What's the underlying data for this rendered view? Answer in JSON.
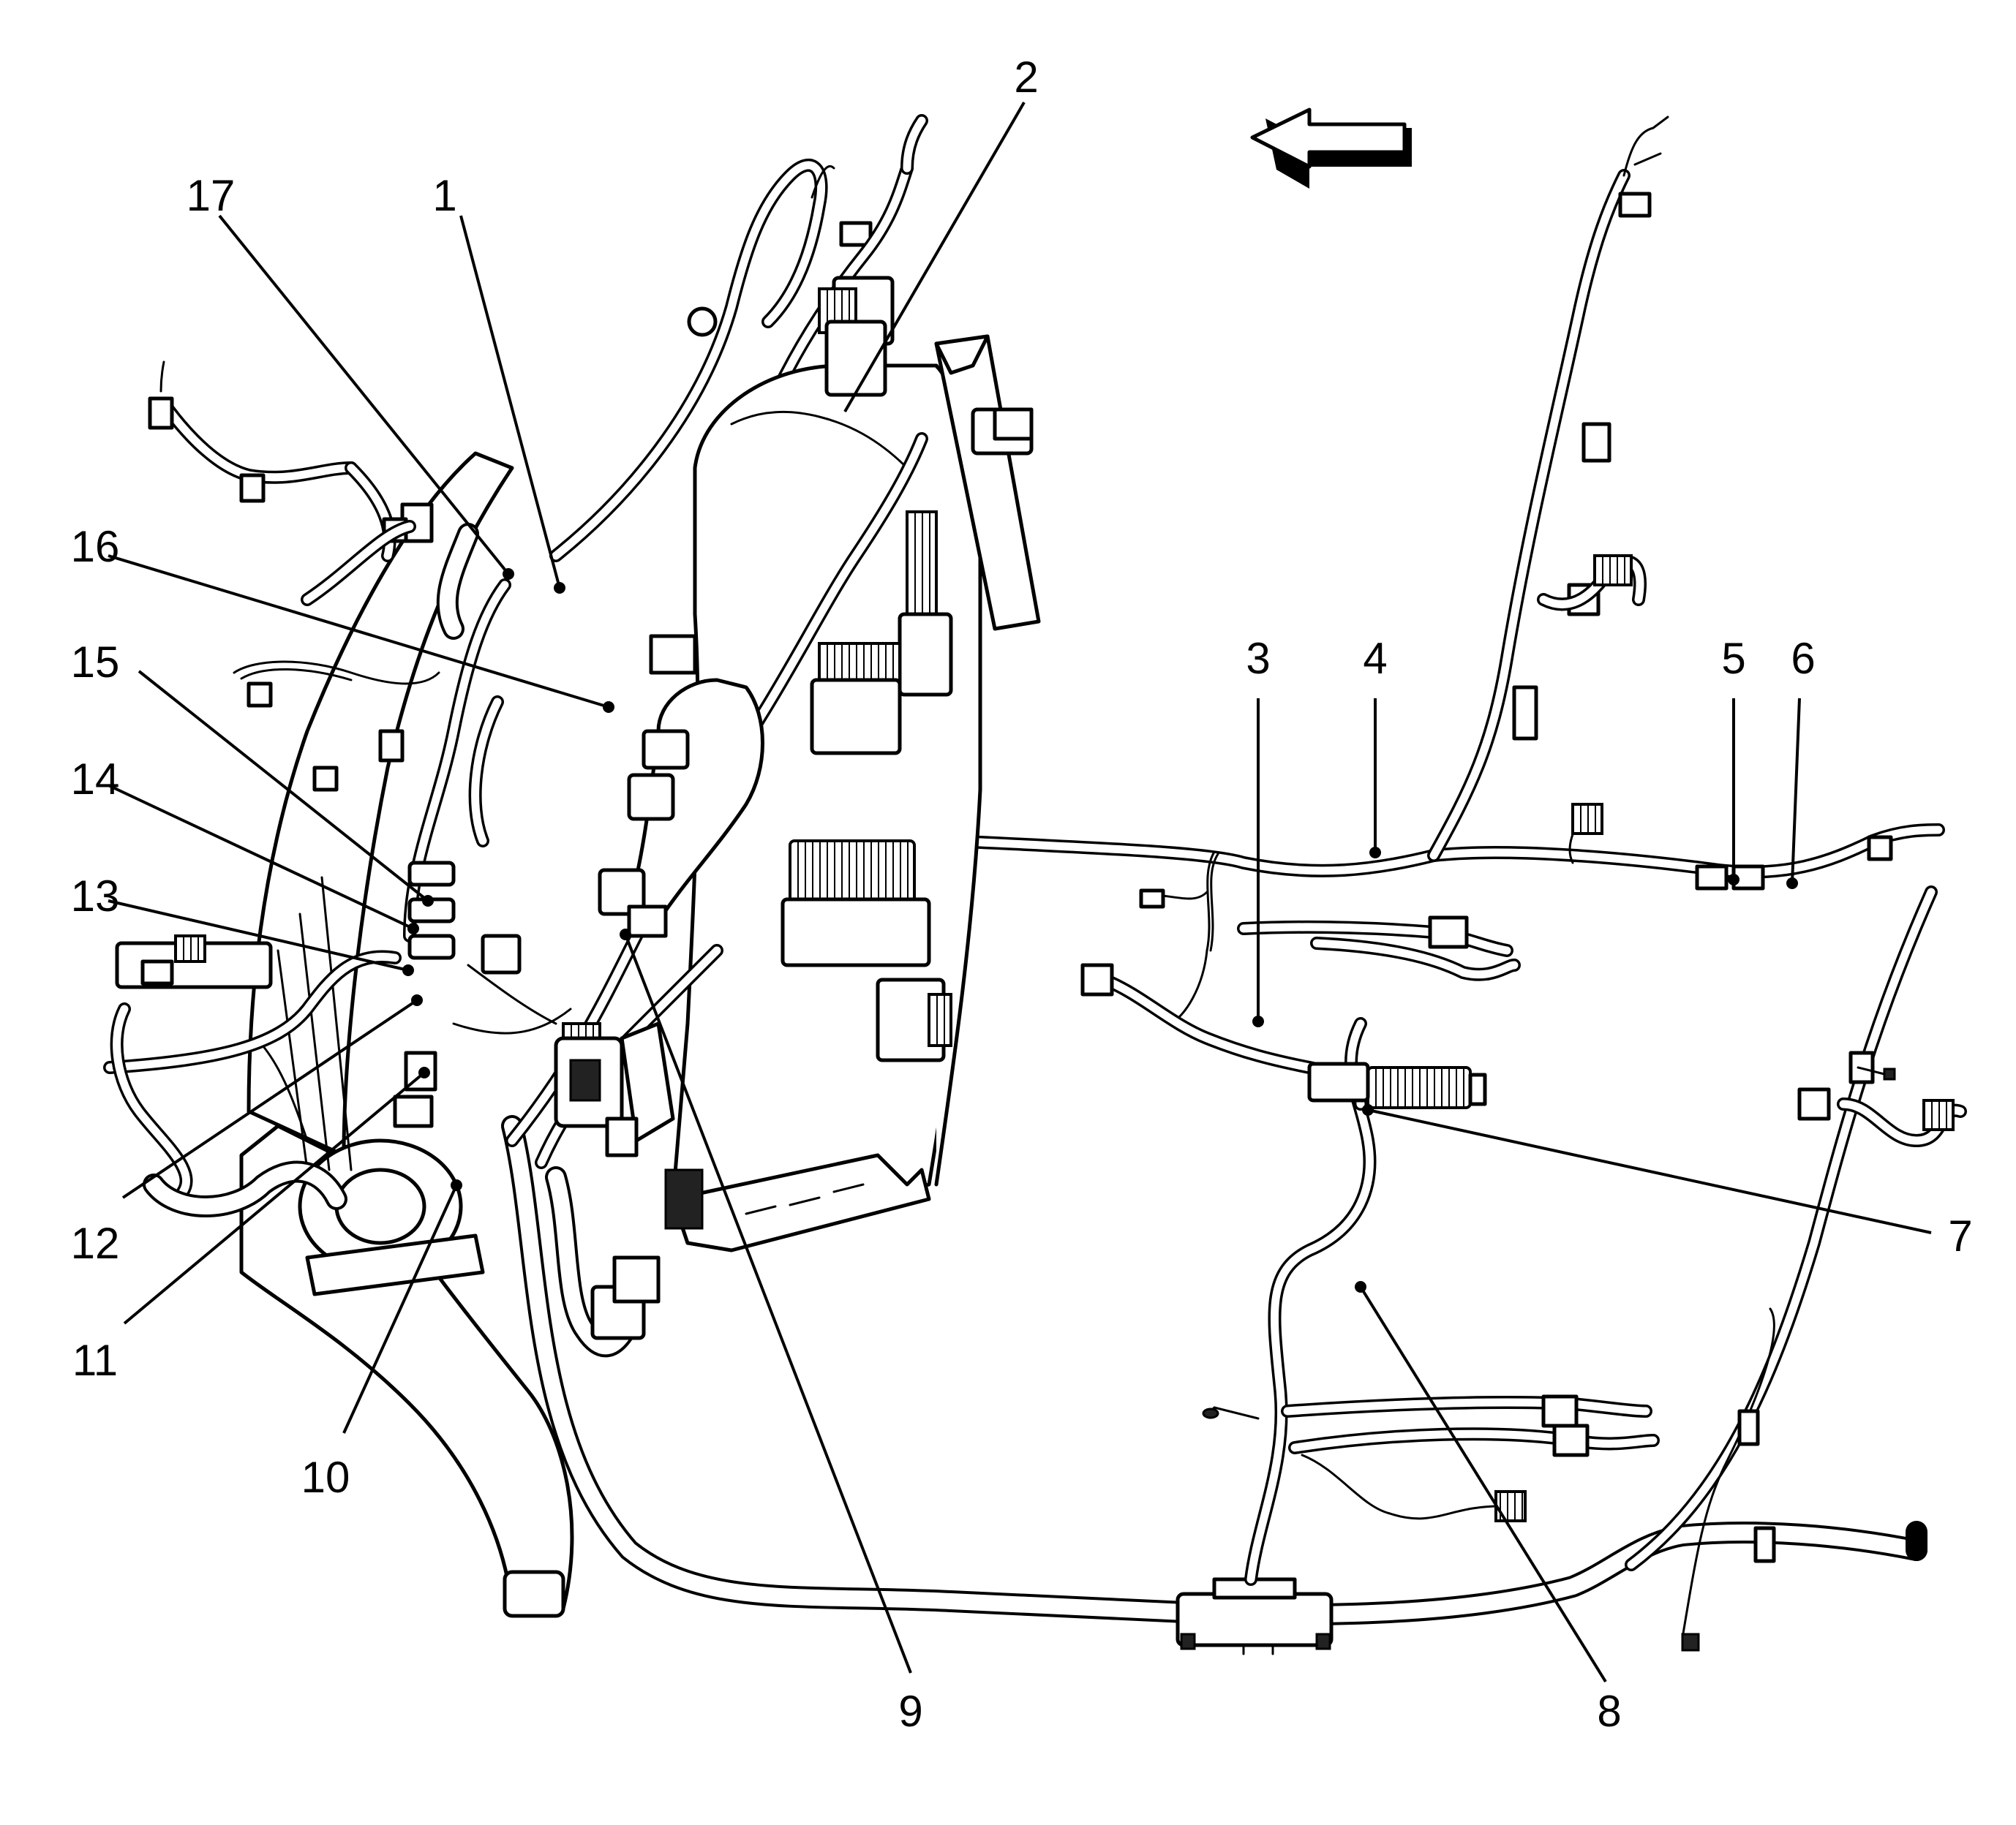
{
  "diagram": {
    "callouts": [
      {
        "id": "c1",
        "label": "1"
      },
      {
        "id": "c2",
        "label": "2"
      },
      {
        "id": "c3",
        "label": "3"
      },
      {
        "id": "c4",
        "label": "4"
      },
      {
        "id": "c5",
        "label": "5"
      },
      {
        "id": "c6",
        "label": "6"
      },
      {
        "id": "c7",
        "label": "7"
      },
      {
        "id": "c8",
        "label": "8"
      },
      {
        "id": "c9",
        "label": "9"
      },
      {
        "id": "c10",
        "label": "10"
      },
      {
        "id": "c11",
        "label": "11"
      },
      {
        "id": "c12",
        "label": "12"
      },
      {
        "id": "c13",
        "label": "13"
      },
      {
        "id": "c14",
        "label": "14"
      },
      {
        "id": "c15",
        "label": "15"
      },
      {
        "id": "c16",
        "label": "16"
      },
      {
        "id": "c17",
        "label": "17"
      }
    ],
    "direction_arrow": {
      "icon": "left-arrow-icon"
    }
  }
}
